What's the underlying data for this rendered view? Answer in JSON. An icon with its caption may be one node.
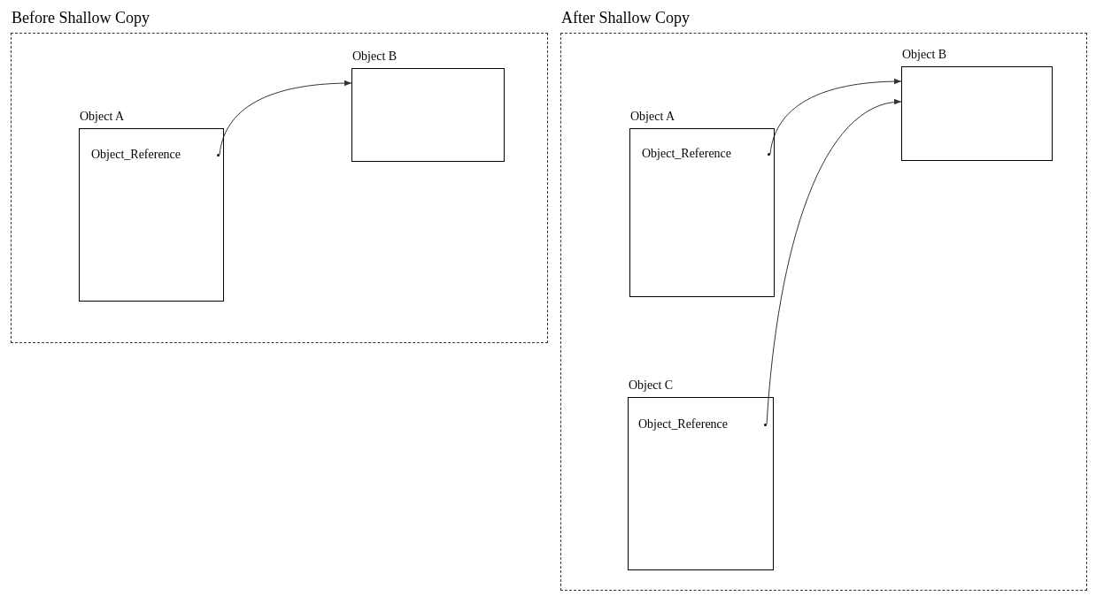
{
  "diagram": {
    "nodes": [
      {
        "text": [
          "Before Shallow Copy"
        ]
      },
      {
        "text": [
          "Object A"
        ],
        "in": 0
      },
      {
        "text": [
          "Object B"
        ],
        "in": 0
      },
      {
        "text": [
          "Object_Reference"
        ],
        "in": 1
      },
      {
        "text": [
          "After Shallow Copy"
        ]
      },
      {
        "text": [
          "Object A"
        ],
        "in": 4
      },
      {
        "text": [
          "Object_Reference"
        ],
        "in": 5
      },
      {
        "text": [
          "Object B"
        ],
        "in": 4
      },
      {
        "text": [
          "Object C"
        ],
        "in": 4
      },
      {
        "text": [
          "Object_Reference"
        ],
        "in": 8
      }
    ],
    "edges": [
      {
        "from": 3,
        "to": 2,
        "arrow": "to"
      },
      {
        "from": 6,
        "to": 7,
        "arrow": "to"
      },
      {
        "from": 9,
        "to": 7,
        "arrow": "to"
      }
    ]
  }
}
